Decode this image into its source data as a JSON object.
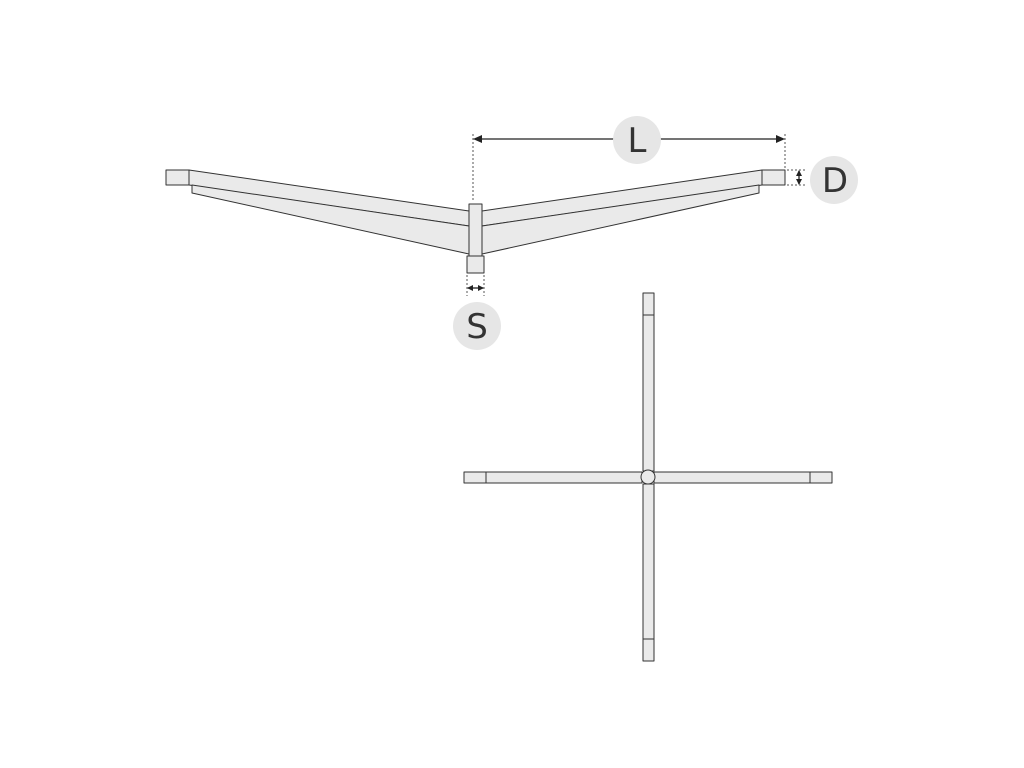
{
  "dimensions": {
    "length_label": "L",
    "depth_label": "D",
    "socket_label": "S"
  },
  "colors": {
    "part_fill": "#eaeaea",
    "part_stroke": "#333333",
    "badge_fill": "#e6e6e6",
    "label_text": "#333333"
  }
}
